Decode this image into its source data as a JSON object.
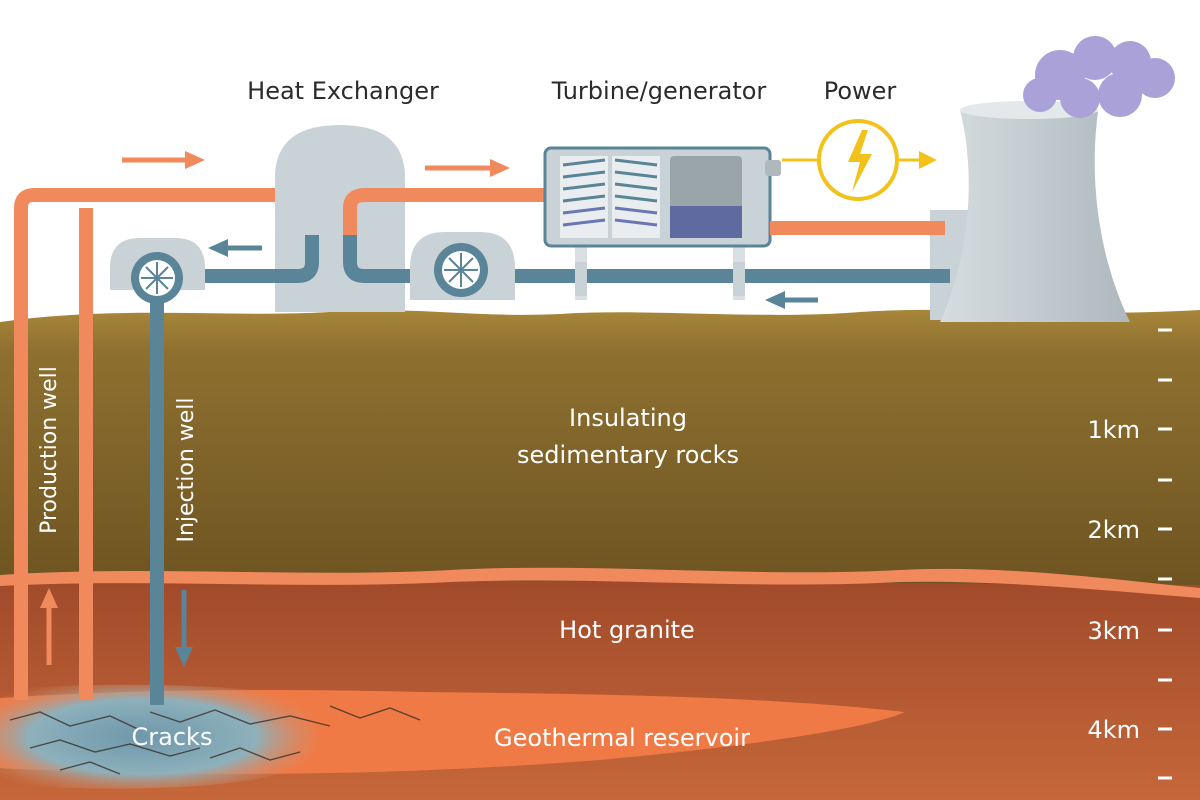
{
  "labels": {
    "heat_exchanger": "Heat Exchanger",
    "turbine_generator": "Turbine/generator",
    "power": "Power",
    "production_well": "Production well",
    "injection_well": "Injection well",
    "sediment_line1": "Insulating",
    "sediment_line2": "sedimentary rocks",
    "hot_granite": "Hot granite",
    "cracks": "Cracks",
    "geothermal_reservoir": "Geothermal reservoir"
  },
  "depth_scale": [
    "1km",
    "2km",
    "3km",
    "4km"
  ],
  "colors": {
    "hot_pipe": "#f08a5d",
    "cold_pipe": "#5a8497",
    "equipment": "#c9d2d6",
    "sediment": "#8a6d2c",
    "granite": "#b75530",
    "reservoir": "#f07a45",
    "power_symbol": "#f2c21b",
    "steam": "#a9a1d8"
  },
  "icons": [
    "flow-arrow-icon",
    "pump-fan-icon",
    "lightning-bolt-icon",
    "steam-cloud-icon"
  ]
}
